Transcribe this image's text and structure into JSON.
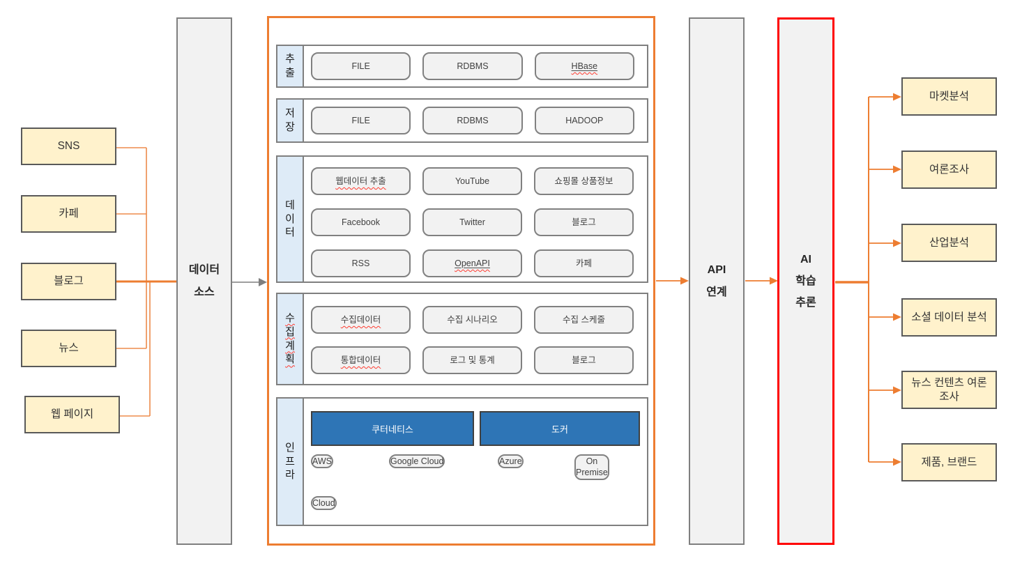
{
  "colors": {
    "accent_orange": "#ED7D31",
    "alert_red": "#FF0000",
    "source_yellow": "#FFF2CC",
    "platform_blue": "#2E75B6",
    "row_label_blue": "#DEEBF7",
    "panel_gray": "#F2F2F2",
    "border_gray": "#7F7F7F",
    "border_dark": "#595959",
    "spellcheck_red": "#FF3B30"
  },
  "sources": {
    "items": [
      {
        "label": "SNS"
      },
      {
        "label": "카페"
      },
      {
        "label": "블로그"
      },
      {
        "label": "뉴스"
      },
      {
        "label": "웹 페이지"
      }
    ]
  },
  "data_source_panel": {
    "lines": [
      "데이터",
      "소스"
    ]
  },
  "pipeline": {
    "rows": [
      {
        "label": "추출",
        "items": [
          {
            "label": "FILE"
          },
          {
            "label": "RDBMS"
          },
          {
            "label": "HBase",
            "decoration": "underline+spellcheck"
          }
        ]
      },
      {
        "label": "저장",
        "items": [
          {
            "label": "FILE"
          },
          {
            "label": "RDBMS"
          },
          {
            "label": "HADOOP"
          }
        ]
      },
      {
        "label": "데이터",
        "items": [
          {
            "label": "웹데이터 추출",
            "decoration": "spellcheck"
          },
          {
            "label": "YouTube"
          },
          {
            "label": "쇼핑몰 상품정보"
          },
          {
            "label": "Facebook"
          },
          {
            "label": "Twitter"
          },
          {
            "label": "블로그"
          },
          {
            "label": "RSS"
          },
          {
            "label": "OpenAPI",
            "decoration": "underline+spellcheck"
          },
          {
            "label": "카페"
          }
        ]
      },
      {
        "label": "수집계획",
        "label_decoration": "spellcheck",
        "items": [
          {
            "label": "수집데이터",
            "decoration": "spellcheck"
          },
          {
            "label": "수집 시나리오"
          },
          {
            "label": "수집 스케줄"
          },
          {
            "label": "통합데이터",
            "decoration": "spellcheck"
          },
          {
            "label": "로그 및 통계"
          },
          {
            "label": "블로그"
          }
        ]
      },
      {
        "label": "인프라",
        "platforms": [
          {
            "label": "쿠터네티스"
          },
          {
            "label": "도커"
          }
        ],
        "clouds": [
          {
            "label": "AWS"
          },
          {
            "label": "Google Cloud"
          },
          {
            "label": "Azure"
          }
        ],
        "on_premise": {
          "label": "On\nPremise"
        },
        "cloud_bar": {
          "label": "Cloud"
        }
      }
    ]
  },
  "api_panel": {
    "lines": [
      "API",
      "연계"
    ]
  },
  "ai_panel": {
    "lines": [
      "AI",
      "학습",
      "추론"
    ]
  },
  "outputs": {
    "items": [
      {
        "label": "마켓분석"
      },
      {
        "label": "여론조사"
      },
      {
        "label": "산업분석"
      },
      {
        "label": "소셜 데이터 분석"
      },
      {
        "label": "뉴스 컨텐츠 여론조사"
      },
      {
        "label": "제품, 브랜드"
      }
    ]
  }
}
